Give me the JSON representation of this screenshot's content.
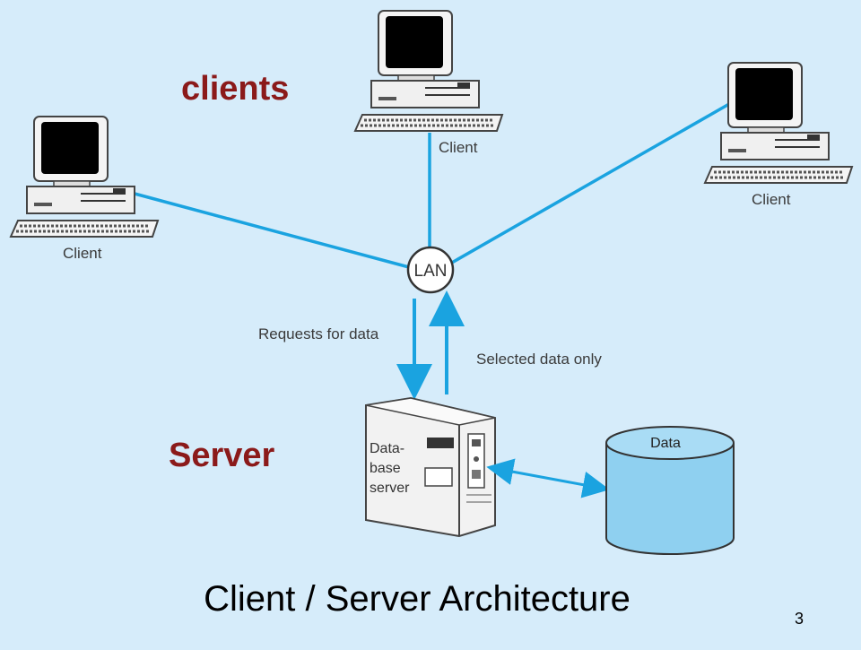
{
  "slide": {
    "heading_clients": "clients",
    "heading_server": "Server",
    "title": "Client / Server Architecture",
    "page_number": "3"
  },
  "diagram": {
    "client_label": "Client",
    "lan_label": "LAN",
    "requests_label": "Requests for data",
    "selected_label": "Selected data only",
    "server_label_lines": [
      "Data-",
      "base",
      "server"
    ],
    "data_label": "Data",
    "link_color": "#1aa3e0",
    "monitor_screen_color": "#000000",
    "database_fill": "#8fd0f0"
  }
}
